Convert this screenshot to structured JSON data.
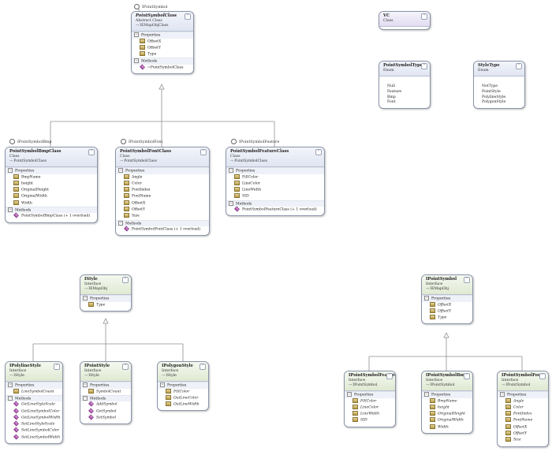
{
  "shapes": [
    {
      "id": "PointSymbolClass",
      "color": "blue",
      "italic": true,
      "title": "PointSymbolClass",
      "kind": "Abstract Class",
      "base": "→ IEMapObjClass",
      "sections": [
        {
          "name": "Properties",
          "type": "prop",
          "items": [
            "OffsetX",
            "OffsetY",
            "Type"
          ]
        },
        {
          "name": "Methods",
          "type": "meth",
          "items": [
            "~PointSymbolClass"
          ]
        }
      ]
    },
    {
      "id": "VC",
      "color": "purple",
      "title": "VC",
      "kind": "Class",
      "base": "",
      "sections": []
    },
    {
      "id": "PointSymbolType",
      "color": "blue",
      "title": "PointSymbolType",
      "kind": "Enum",
      "base": "",
      "sections": [
        {
          "name": "",
          "type": "plain",
          "items": [
            "Null",
            "Feature",
            "Bmp",
            "Font"
          ]
        }
      ]
    },
    {
      "id": "StyleType",
      "color": "blue",
      "title": "StyleType",
      "kind": "Enum",
      "base": "",
      "sections": [
        {
          "name": "",
          "type": "plain",
          "items": [
            "NotType",
            "PointStyle",
            "PolylineStyle",
            "PolygonStyle"
          ]
        }
      ]
    },
    {
      "id": "PointSymbolBmpClass",
      "color": "blue",
      "title": "PointSymbolBmpClass",
      "kind": "Class",
      "base": "→ PointSymbolClass",
      "sections": [
        {
          "name": "Properties",
          "type": "prop",
          "items": [
            "BmpName",
            "height",
            "OriginalHeight",
            "OriginalWidth",
            "Width"
          ]
        },
        {
          "name": "Methods",
          "type": "meth",
          "items": [
            "PointSymbolBmpClass (+ 1 overload)"
          ]
        }
      ]
    },
    {
      "id": "PointSymbolFontClass",
      "color": "blue",
      "title": "PointSymbolFontClass",
      "kind": "Class",
      "base": "→ PointSymbolClass",
      "sections": [
        {
          "name": "Properties",
          "type": "prop",
          "items": [
            "Angle",
            "Color",
            "FontIndex",
            "FontName",
            "OffsetX",
            "OffsetY",
            "Size"
          ]
        },
        {
          "name": "Methods",
          "type": "meth",
          "items": [
            "PointSymbolFontClass (+ 1 overload)"
          ]
        }
      ]
    },
    {
      "id": "PointSymbolFeatureClass",
      "color": "blue",
      "title": "PointSymbolFeatureClass",
      "kind": "Class",
      "base": "→ PointSymbolClass",
      "sections": [
        {
          "name": "Properties",
          "type": "prop",
          "items": [
            "FillColor",
            "LineColor",
            "LineWidth",
            "SID"
          ]
        },
        {
          "name": "Methods",
          "type": "meth",
          "items": [
            "PointSymbolFeatureClass (+ 1 overload)"
          ]
        }
      ]
    },
    {
      "id": "IStyle",
      "color": "green",
      "title": "IStyle",
      "kind": "Interface",
      "base": "→ IEMapObj",
      "sections": [
        {
          "name": "Properties",
          "type": "prop",
          "italic": true,
          "items": [
            "Type"
          ]
        }
      ]
    },
    {
      "id": "IPolylineStyle",
      "color": "green",
      "title": "IPolylineStyle",
      "kind": "Interface",
      "base": "→ IStyle",
      "sections": [
        {
          "name": "Properties",
          "type": "prop",
          "italic": true,
          "items": [
            "LineSymbolCount"
          ]
        },
        {
          "name": "Methods",
          "type": "meth",
          "italic": true,
          "items": [
            "GetLineStyleScale",
            "GetLineSymbolColor",
            "GetLineSymbolWidth",
            "SetLineStyleScale",
            "SetLineSymbolColor",
            "SetLineSymbolWidth"
          ]
        }
      ]
    },
    {
      "id": "IPointStyle",
      "color": "green",
      "title": "IPointStyle",
      "kind": "Interface",
      "base": "→ IStyle",
      "sections": [
        {
          "name": "Properties",
          "type": "prop",
          "italic": true,
          "items": [
            "SymbolCount"
          ]
        },
        {
          "name": "Methods",
          "type": "meth",
          "italic": true,
          "items": [
            "AddSymbol",
            "GetSymbol",
            "SetSymbol"
          ]
        }
      ]
    },
    {
      "id": "IPolygonStyle",
      "color": "green",
      "title": "IPolygonStyle",
      "kind": "Interface",
      "base": "→ IStyle",
      "sections": [
        {
          "name": "Properties",
          "type": "prop",
          "italic": true,
          "items": [
            "FillColor",
            "OutLineColor",
            "OutLineWidth"
          ]
        }
      ]
    },
    {
      "id": "IPointSymbol",
      "color": "green",
      "title": "IPointSymbol",
      "kind": "Interface",
      "base": "→ IEMapObj",
      "sections": [
        {
          "name": "Properties",
          "type": "prop",
          "italic": true,
          "items": [
            "OffsetX",
            "OffsetY",
            "Type"
          ]
        }
      ]
    },
    {
      "id": "IPointSymbolFeature",
      "color": "green",
      "title": "IPointSymbolFeature",
      "kind": "Interface",
      "base": "→ IPointSymbol",
      "sections": [
        {
          "name": "Properties",
          "type": "prop",
          "italic": true,
          "items": [
            "FillColor",
            "LineColor",
            "LineWidth",
            "SID"
          ]
        }
      ]
    },
    {
      "id": "IPointSymbolBmp",
      "color": "green",
      "title": "IPointSymbolBmp",
      "kind": "Interface",
      "base": "→ IPointSymbol",
      "sections": [
        {
          "name": "Properties",
          "type": "prop",
          "italic": true,
          "items": [
            "BmpName",
            "height",
            "OriginalHeight",
            "OriginalWidth",
            "Width"
          ]
        }
      ]
    },
    {
      "id": "IPointSymbolFont",
      "color": "green",
      "title": "IPointSymbolFont",
      "kind": "Interface",
      "base": "→ IPointSymbol",
      "sections": [
        {
          "name": "Properties",
          "type": "prop",
          "italic": true,
          "items": [
            "Angle",
            "Color",
            "FontIndex",
            "FontName",
            "OffsetX",
            "OffsetY",
            "Size"
          ]
        }
      ]
    }
  ],
  "lollipops": [
    {
      "id": "lp-ipointsymbol",
      "label": "IPointSymbol"
    },
    {
      "id": "lp-ipointsymbolbmp",
      "label": "IPointSymbolBmp"
    },
    {
      "id": "lp-ipointsymbolfont",
      "label": "IPointSymbolFont"
    },
    {
      "id": "lp-ipointsymbolfeature",
      "label": "IPointSymbolFeature"
    }
  ]
}
